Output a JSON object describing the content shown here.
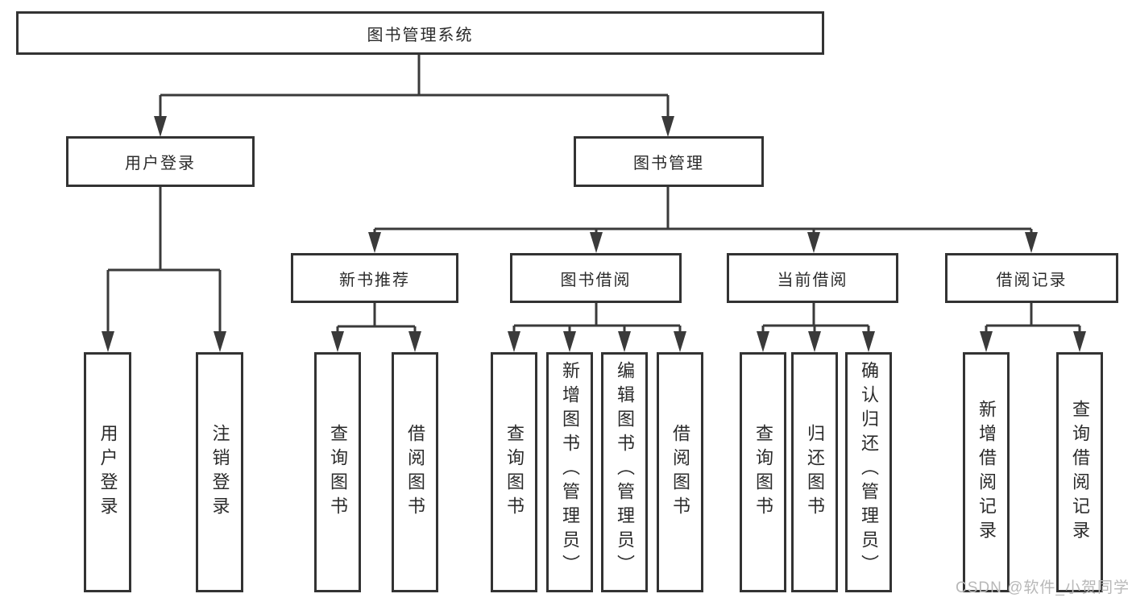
{
  "tree": {
    "root": {
      "label": "图书管理系统"
    },
    "branches": [
      {
        "label": "用户登录",
        "children": [
          {
            "label": "用户登录"
          },
          {
            "label": "注销登录"
          }
        ]
      },
      {
        "label": "图书管理",
        "groups": [
          {
            "label": "新书推荐",
            "children": [
              {
                "label": "查询图书"
              },
              {
                "label": "借阅图书"
              }
            ]
          },
          {
            "label": "图书借阅",
            "children": [
              {
                "label": "查询图书"
              },
              {
                "label": "新增图书（管理员）"
              },
              {
                "label": "编辑图书（管理员）"
              },
              {
                "label": "借阅图书"
              }
            ]
          },
          {
            "label": "当前借阅",
            "children": [
              {
                "label": "查询图书"
              },
              {
                "label": "归还图书"
              },
              {
                "label": "确认归还（管理员）"
              }
            ]
          },
          {
            "label": "借阅记录",
            "children": [
              {
                "label": "新增借阅记录"
              },
              {
                "label": "查询借阅记录"
              }
            ]
          }
        ]
      }
    ]
  },
  "watermark": "CSDN @软件_小贺同学",
  "colors": {
    "line": "#3a3a3a",
    "border": "#333333",
    "text": "#2b2b2b",
    "watermark": "#b8b8b8",
    "background": "#ffffff"
  }
}
